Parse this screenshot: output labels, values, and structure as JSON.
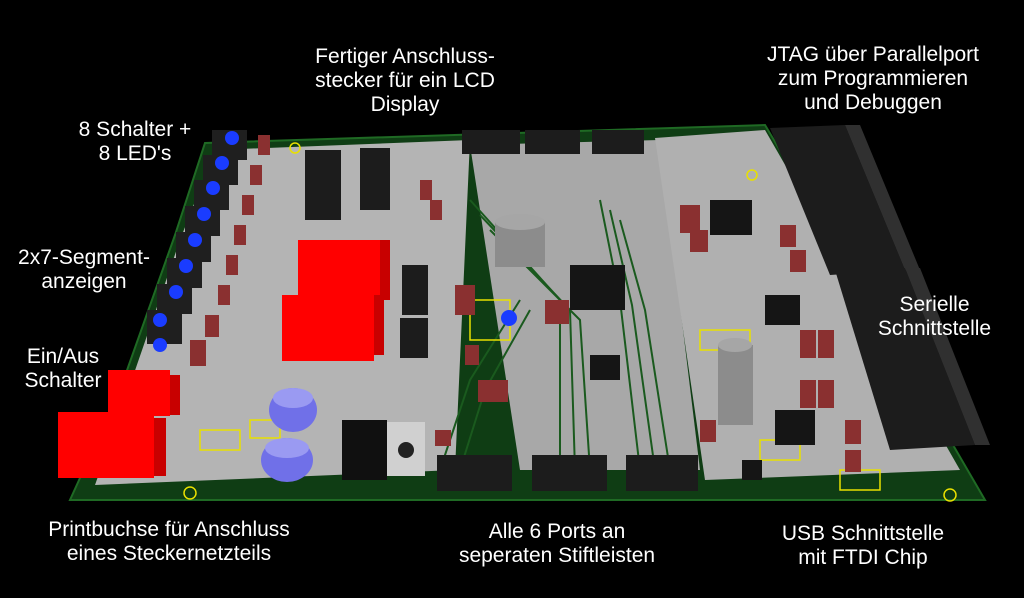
{
  "labels": {
    "lcd_connector": [
      "Fertiger Anschluss-",
      "stecker für ein LCD",
      "Display"
    ],
    "jtag": [
      "JTAG über Parallelport",
      "zum Programmieren",
      "und Debuggen"
    ],
    "switches_leds": [
      "8 Schalter +",
      "8 LED's"
    ],
    "seven_segment": [
      "2x7-Segment-",
      "anzeigen"
    ],
    "power_switch": [
      "Ein/Aus",
      "Schalter"
    ],
    "serial": [
      "Serielle",
      "Schnittstelle"
    ],
    "power_jack": [
      "Printbuchse für Anschluss",
      "eines Steckernetzteils"
    ],
    "ports": [
      "Alle 6 Ports an",
      "seperaten Stiftleisten"
    ],
    "usb": [
      "USB Schnittstelle",
      "mit FTDI Chip"
    ]
  },
  "colors": {
    "background": "#000000",
    "pcb_green": "#0f3d14",
    "pcb_silver": "#b4b4b4",
    "silkscreen": "#e8e000",
    "resistor": "#8a3030",
    "red_component": "#ff0000",
    "blue_button": "#1a3cff",
    "capacitor_blue": "#7070e8",
    "header_dark": "#1c1c1c",
    "label_text": "#ffffff"
  }
}
